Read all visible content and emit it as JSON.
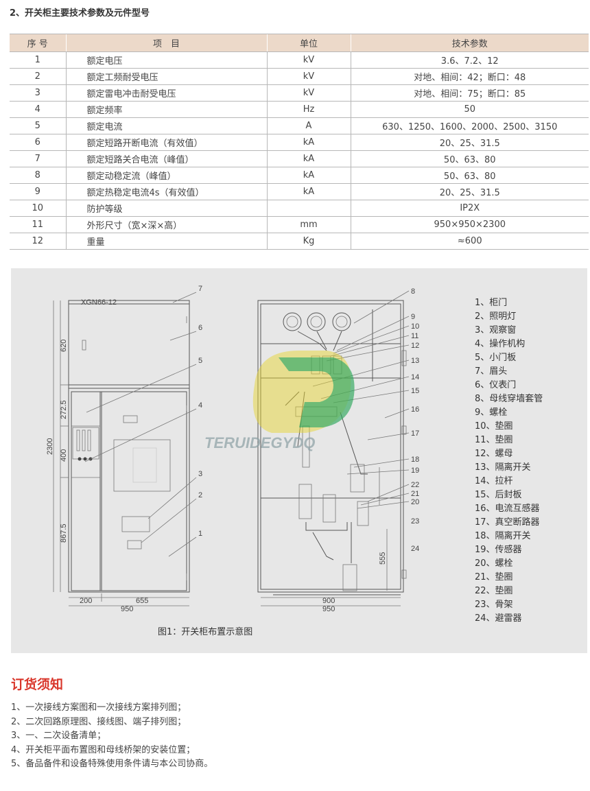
{
  "section_title": "2、开关柜主要技术参数及元件型号",
  "table": {
    "headers": [
      "序 号",
      "项　目",
      "单位",
      "技术参数"
    ],
    "rows": [
      {
        "no": "1",
        "item": "额定电压",
        "unit": "kV",
        "value": "3.6、7.2、12"
      },
      {
        "no": "2",
        "item": "额定工频耐受电压",
        "unit": "kV",
        "value": "对地、相间：42；断口：48"
      },
      {
        "no": "3",
        "item": "额定雷电冲击耐受电压",
        "unit": "kV",
        "value": "对地、相间：75；断口：85"
      },
      {
        "no": "4",
        "item": "额定频率",
        "unit": "Hz",
        "value": "50"
      },
      {
        "no": "5",
        "item": "额定电流",
        "unit": "A",
        "value": "630、1250、1600、2000、2500、3150"
      },
      {
        "no": "6",
        "item": "额定短路开断电流（有效值）",
        "unit": "kA",
        "value": "20、25、31.5"
      },
      {
        "no": "7",
        "item": "额定短路关合电流（峰值）",
        "unit": "kA",
        "value": "50、63、80"
      },
      {
        "no": "8",
        "item": "额定动稳定流（峰值）",
        "unit": "kA",
        "value": "50、63、80"
      },
      {
        "no": "9",
        "item": "额定热稳定电流4s（有效值）",
        "unit": "kA",
        "value": "20、25、31.5"
      },
      {
        "no": "10",
        "item": "防护等级",
        "unit": "",
        "value": "IP2X"
      },
      {
        "no": "11",
        "item": "外形尺寸（宽×深×高）",
        "unit": "mm",
        "value": "950×950×2300"
      },
      {
        "no": "12",
        "item": "重量",
        "unit": "Kg",
        "value": "≈600"
      }
    ]
  },
  "diagram": {
    "model_label": "XGN66-12",
    "watermark": "TERUIDEGYDQ",
    "caption": "图1：开关柜布置示意图",
    "dims_left": {
      "d620": "620",
      "d2725": "272.5",
      "d400": "400",
      "d2300": "2300",
      "d8675": "867.5",
      "d200": "200",
      "d655": "655",
      "d950": "950"
    },
    "dims_right": {
      "d555": "555",
      "d900": "900",
      "d950": "950"
    },
    "left_callouts": [
      "7",
      "6",
      "5",
      "4",
      "3",
      "2",
      "1"
    ],
    "right_callouts": [
      "8",
      "9",
      "10",
      "11",
      "12",
      "13",
      "14",
      "15",
      "16",
      "17",
      "18",
      "19",
      "22",
      "21",
      "20",
      "23",
      "24"
    ]
  },
  "legend": [
    "1、柜门",
    "2、照明灯",
    "3、观察窗",
    "4、操作机构",
    "5、小门板",
    "7、眉头",
    "6、仪表门",
    "8、母线穿墙套管",
    "9、螺栓",
    "10、垫圈",
    "11、垫圈",
    "12、螺母",
    "13、隔离开关",
    "14、拉杆",
    "15、后封板",
    "16、电流互感器",
    "17、真空断路器",
    "18、隔离开关",
    "19、传感器",
    "20、螺栓",
    "21、垫圈",
    "22、垫圈",
    "23、骨架",
    "24、避雷器"
  ],
  "order": {
    "title": "订货须知",
    "notes": [
      "1、一次接线方案图和一次接线方案排列图；",
      "2、二次回路原理图、接线图、端子排列图；",
      "3、一、二次设备清单；",
      "4、开关柜平面布置图和母线桥架的安装位置；",
      "5、备品备件和设备特殊使用条件请与本公司协商。"
    ]
  },
  "colors": {
    "header_bg": "#ecd9c9",
    "diagram_bg": "#e7e7e7",
    "order_title": "#d9362b",
    "logo_green": "#2aa55a",
    "logo_yellow": "#e8d42a"
  }
}
